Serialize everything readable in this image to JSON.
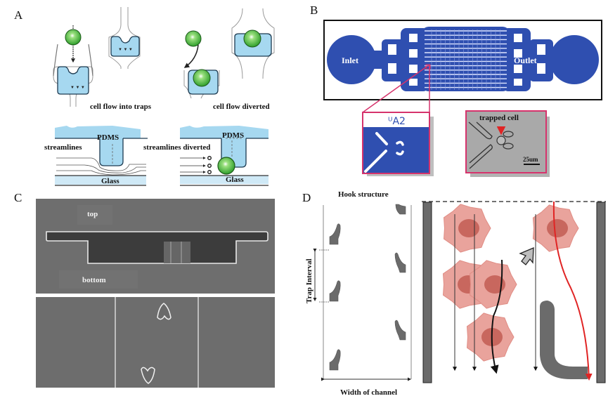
{
  "figure": {
    "panels": {
      "A": {
        "label": "A",
        "caption_left": "cell flow into traps",
        "caption_right": "cell flow diverted",
        "cross_section_left": {
          "top_material": "PDMS",
          "bottom_material": "Glass",
          "flow_label": "streamlines"
        },
        "cross_section_right": {
          "top_material": "PDMS",
          "bottom_material": "Glass",
          "flow_label": "streamlines diverted"
        }
      },
      "B": {
        "label": "B",
        "inlet": "Inlet",
        "outlet": "Outlet",
        "inset_left_text": "ᵁA2",
        "inset_right_title": "trapped cell",
        "scale_bar": "25um"
      },
      "C": {
        "label": "C",
        "top_label": "top",
        "bottom_label": "bottom"
      },
      "D": {
        "label": "D",
        "title": "Hook structure",
        "vertical_label": "Trap Interval",
        "horizontal_label": "Width of channel"
      }
    },
    "colors": {
      "trap_blue": "#a6d8f0",
      "chip_blue": "#2f4fb0",
      "cell_green": "#3fb33a",
      "inset_magenta": "#d6336c",
      "sem_gray": "#6d6d6d",
      "cell_pink": "#e9a39c",
      "nucleus": "#c8675e",
      "hook_gray": "#6b6b6b",
      "red_path": "#e02424"
    }
  }
}
